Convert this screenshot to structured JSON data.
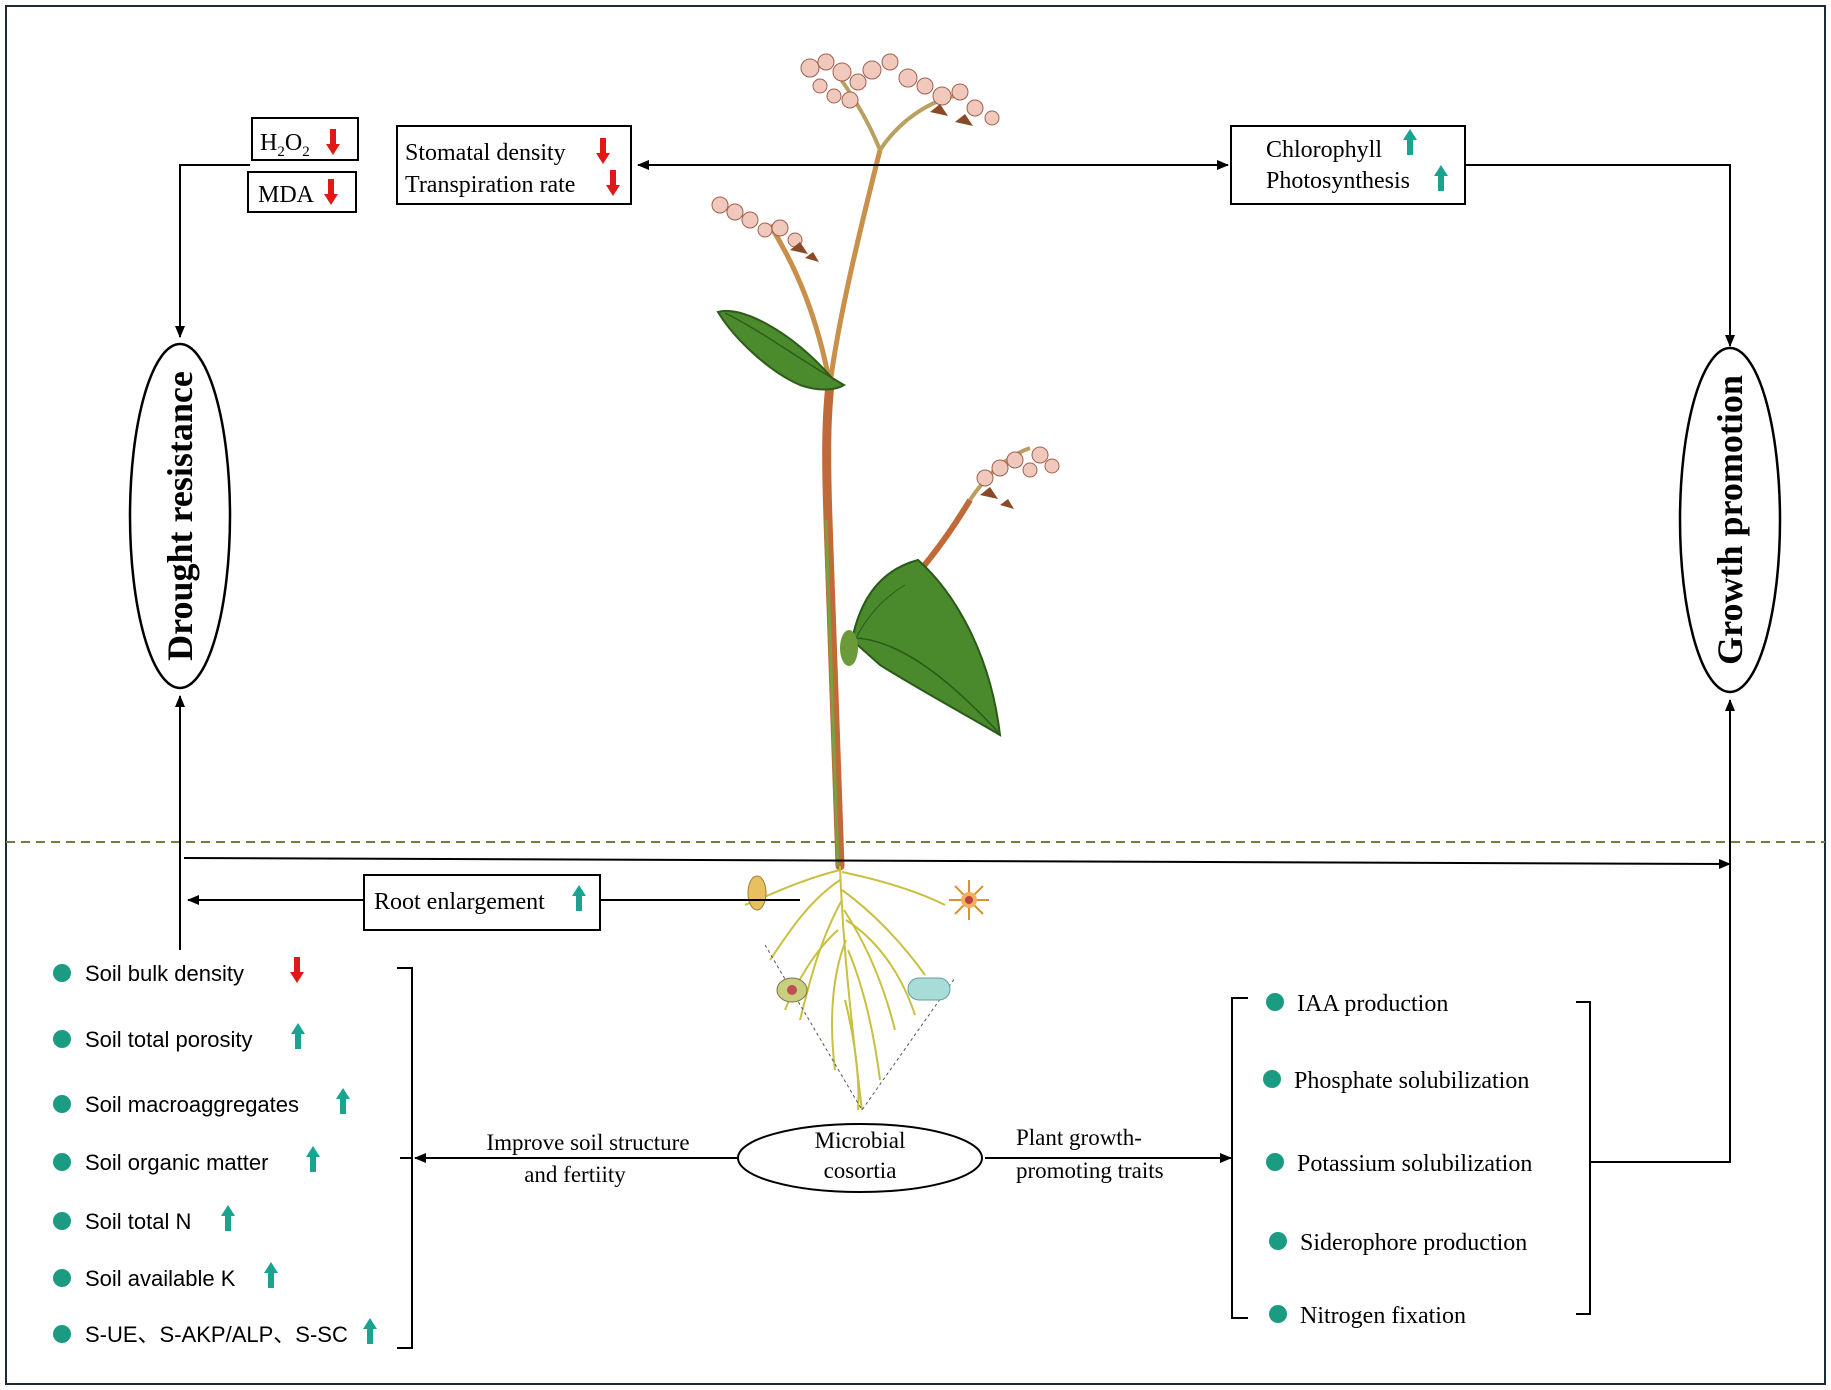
{
  "colors": {
    "frame": "#1a2b3a",
    "down_arrow": "#e01818",
    "up_arrow": "#1aa38f",
    "bullet": "#1a9b82",
    "ground_line": "#7a7a3a",
    "stem": "#c06a3a",
    "leaf": "#4c8a2e",
    "flower": "#f0c8bc",
    "root": "#c8c040"
  },
  "drought_resistance": {
    "label": "Drought resistance",
    "h2o2_base": "H",
    "h2o2_sub1": "2",
    "h2o2_mid": "O",
    "h2o2_sub2": "2",
    "h2o2_trend": "down",
    "mda_label": "MDA",
    "mda_trend": "down"
  },
  "stomatal_box": {
    "line1": "Stomatal density",
    "line1_trend": "down",
    "line2": "Transpiration rate",
    "line2_trend": "down"
  },
  "growth_promotion": {
    "label": "Growth promotion"
  },
  "chlorophyll_box": {
    "line1": "Chlorophyll",
    "line1_trend": "up",
    "line2": "Photosynthesis",
    "line2_trend": "up"
  },
  "root_box": {
    "label": "Root enlargement",
    "trend": "up"
  },
  "center_node": {
    "line1": "Microbial",
    "line2": "cosortia"
  },
  "left_link": {
    "line1": "Improve soil structure",
    "line2": "and fertiity"
  },
  "right_link": {
    "line1": "Plant growth-",
    "line2": "promoting traits"
  },
  "soil_properties": [
    {
      "label": "Soil bulk density",
      "trend": "down"
    },
    {
      "label": "Soil total porosity",
      "trend": "up"
    },
    {
      "label": "Soil macroaggregates",
      "trend": "up"
    },
    {
      "label": "Soil organic matter",
      "trend": "up"
    },
    {
      "label": "Soil total N",
      "trend": "up"
    },
    {
      "label": "Soil available K",
      "trend": "up"
    },
    {
      "label": "S-UE、S-AKP/ALP、S-SC",
      "trend": "up"
    }
  ],
  "pgp_traits": [
    {
      "label": "IAA production"
    },
    {
      "label": "Phosphate solubilization"
    },
    {
      "label": "Potassium solubilization"
    },
    {
      "label": "Siderophore production"
    },
    {
      "label": "Nitrogen fixation"
    }
  ]
}
